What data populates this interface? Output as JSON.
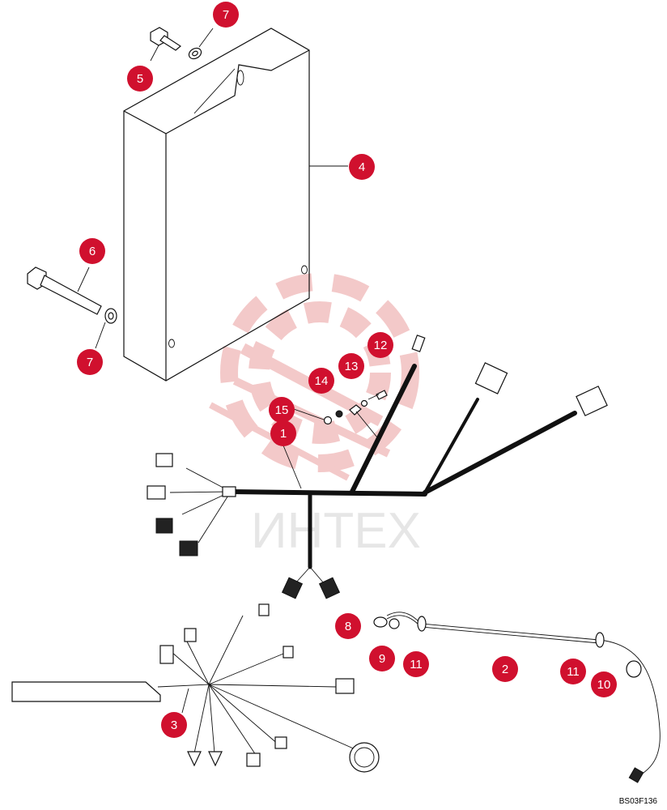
{
  "figure": {
    "code": "BS03F136",
    "watermark": "ИНТЕХ",
    "callout_color": "#d0102e",
    "watermark_color": "#e8a0a0"
  },
  "callouts": {
    "c1": "1",
    "c2": "2",
    "c3": "3",
    "c4": "4",
    "c5": "5",
    "c6": "6",
    "c7a": "7",
    "c7b": "7",
    "c8": "8",
    "c9": "9",
    "c10": "10",
    "c11a": "11",
    "c11b": "11",
    "c12": "12",
    "c13": "13",
    "c14": "14",
    "c15": "15"
  }
}
